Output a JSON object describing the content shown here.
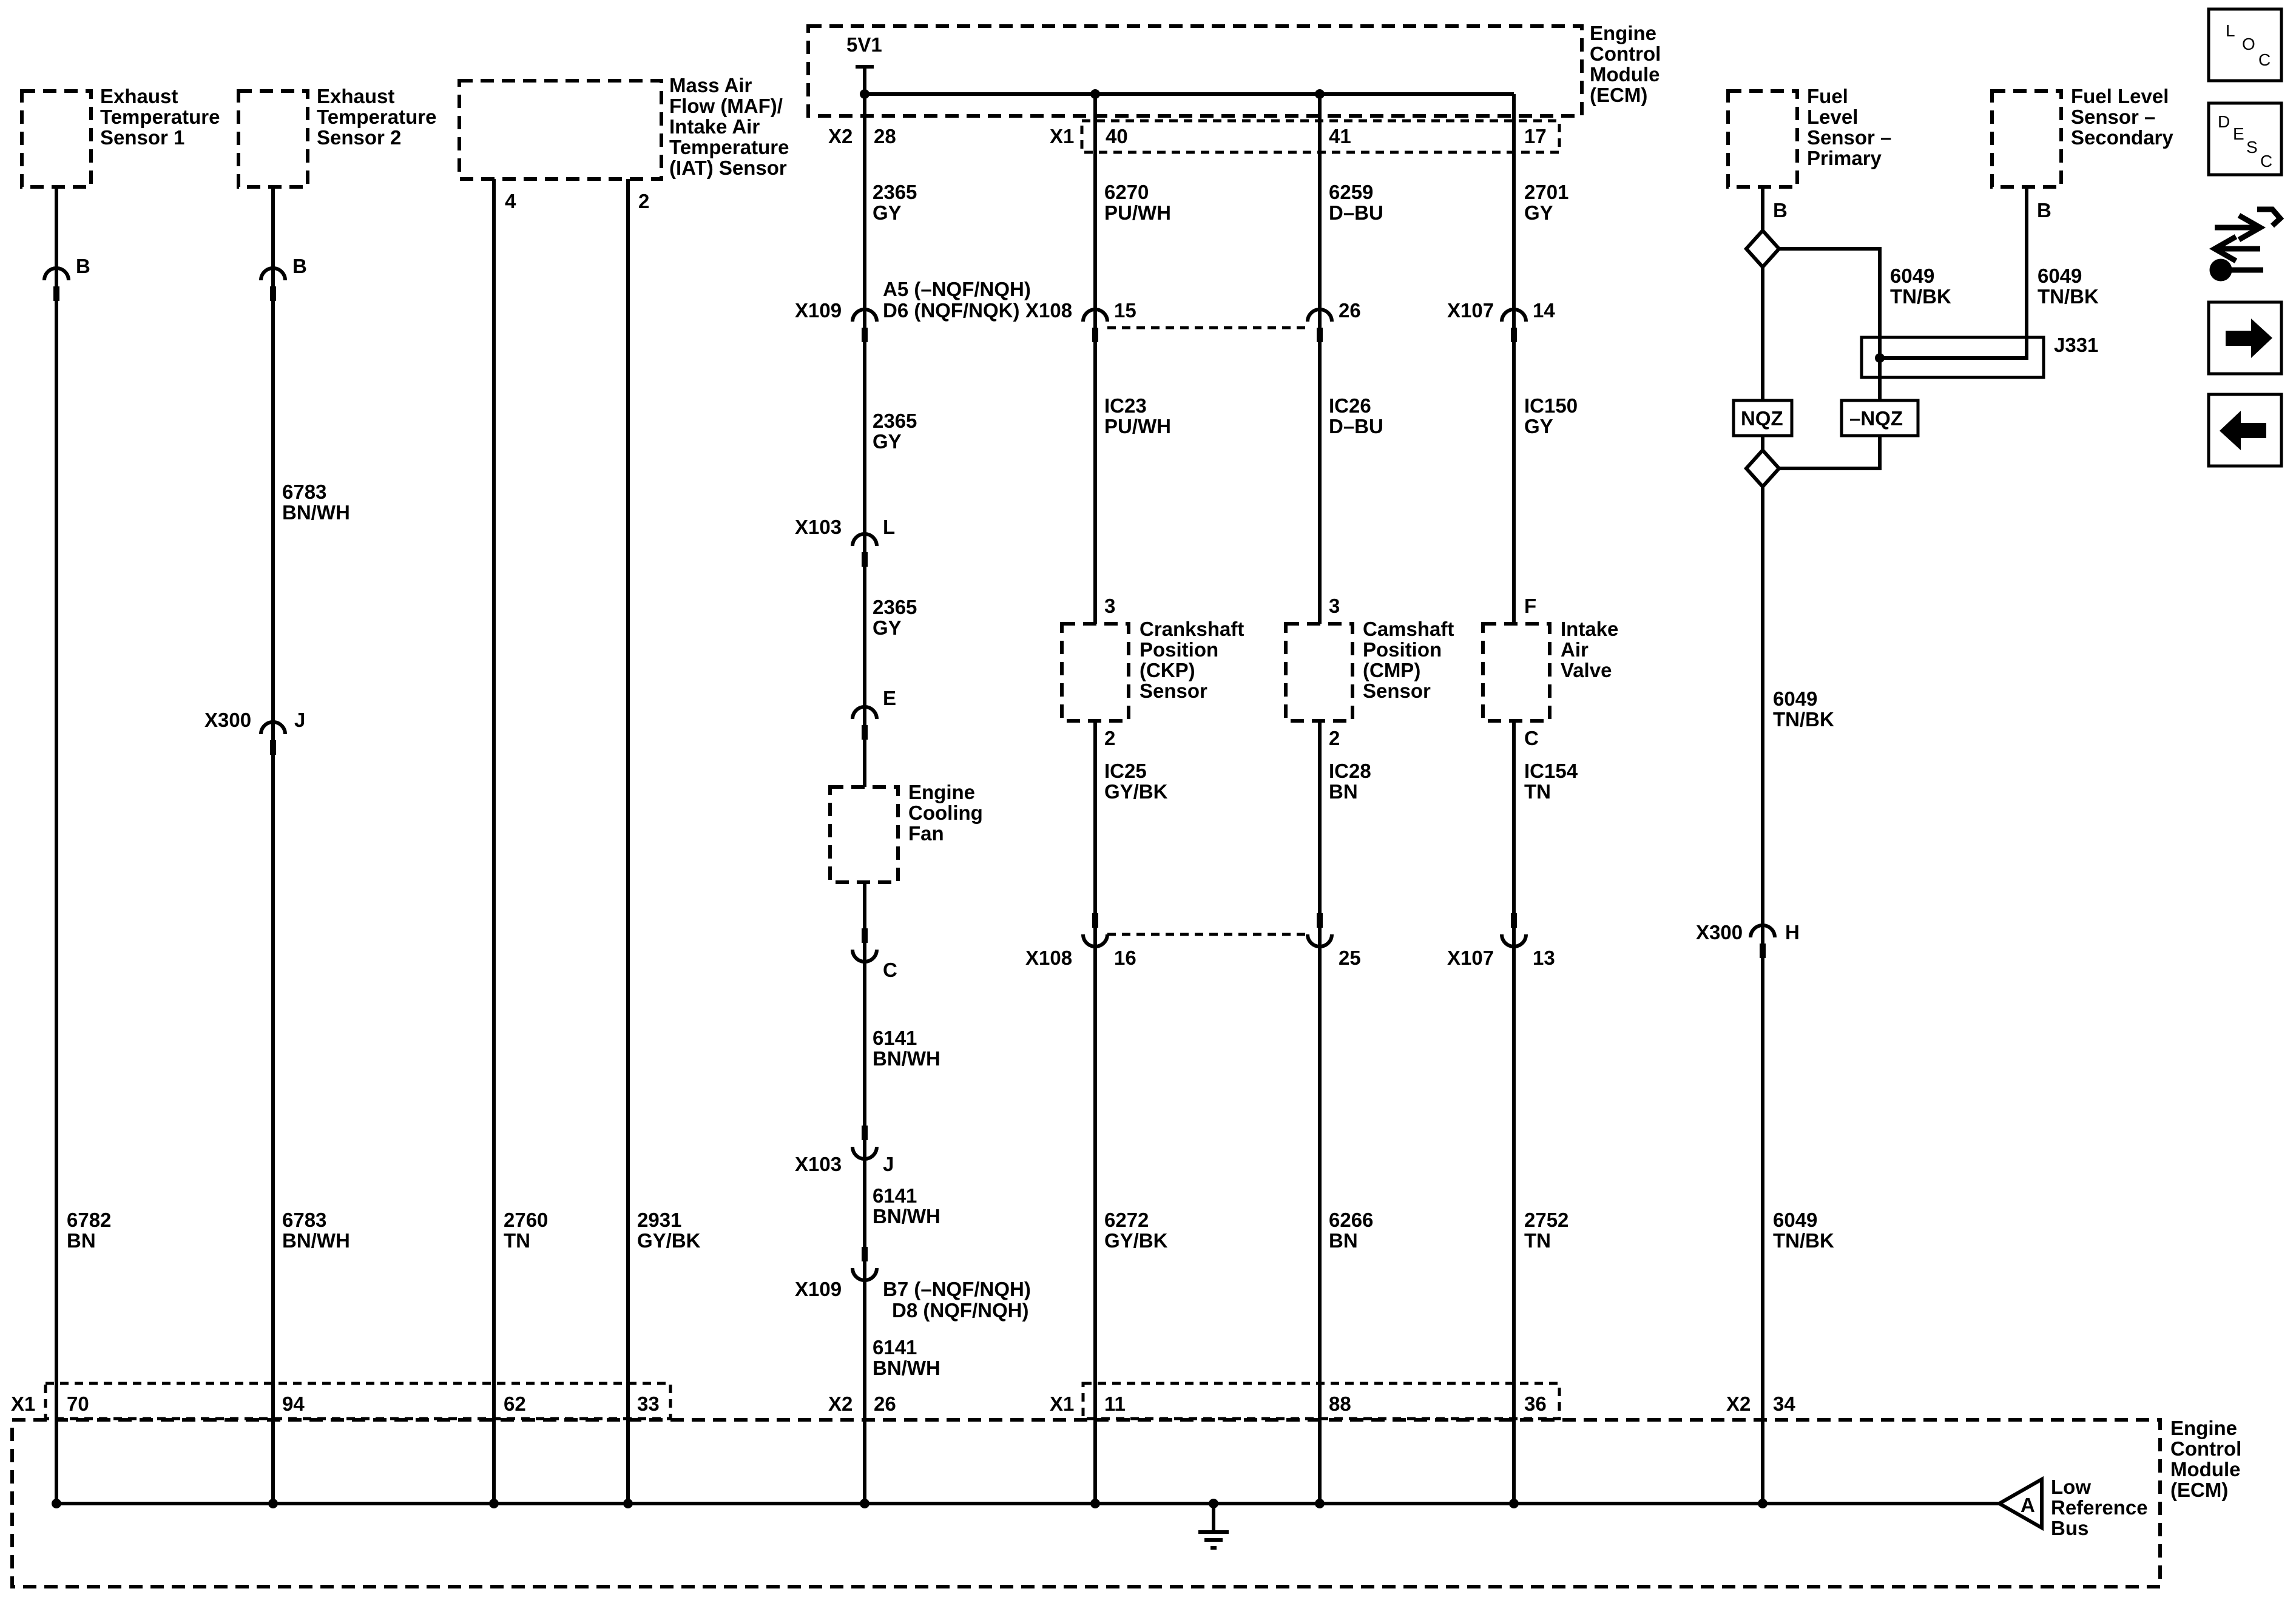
{
  "components": {
    "exh1": [
      "Exhaust",
      "Temperature",
      "Sensor 1"
    ],
    "exh2": [
      "Exhaust",
      "Temperature",
      "Sensor 2"
    ],
    "maf": [
      "Mass Air",
      "Flow (MAF)/",
      "Intake Air",
      "Temperature",
      "(IAT) Sensor"
    ],
    "ecm_top": [
      "Engine",
      "Control",
      "Module",
      "(ECM)"
    ],
    "fuel_primary": [
      "Fuel",
      "Level",
      "Sensor –",
      "Primary"
    ],
    "fuel_secondary": [
      "Fuel Level",
      "Sensor –",
      "Secondary"
    ],
    "ckp": [
      "Crankshaft",
      "Position",
      "(CKP)",
      "Sensor"
    ],
    "cmp": [
      "Camshaft",
      "Position",
      "(CMP)",
      "Sensor"
    ],
    "iav": [
      "Intake",
      "Air",
      "Valve"
    ],
    "fan": [
      "Engine",
      "Cooling",
      "Fan"
    ],
    "ecm_bottom": [
      "Engine",
      "Control",
      "Module",
      "(ECM)"
    ],
    "low_ref": [
      "Low",
      "Reference",
      "Bus"
    ]
  },
  "labels": {
    "five_v": "5V1",
    "x2": "X2",
    "x1": "X1",
    "x109": "X109",
    "x108": "X108",
    "x107": "X107",
    "x103": "X103",
    "x300": "X300",
    "pin_b": "B",
    "pin_j": "J",
    "pin_h": "H",
    "pin_l": "L",
    "pin_e": "E",
    "pin_c": "C",
    "pin_f": "F",
    "pin_a": "A",
    "pin_2": "2",
    "pin_3": "3",
    "pin_4": "4",
    "p28": "28",
    "p40": "40",
    "p41": "41",
    "p17": "17",
    "p15": "15",
    "p26": "26",
    "p14": "14",
    "p16": "16",
    "p25": "25",
    "p13": "13",
    "a5": "A5 (–NQF/NQH)",
    "d6": "D6 (NQF/NQK)",
    "b7": "B7 (–NQF/NQH)",
    "d8": "D8 (NQF/NQH)",
    "b70": "70",
    "b94": "94",
    "b62": "62",
    "b33": "33",
    "b26": "26",
    "b11": "11",
    "b88": "88",
    "b36": "36",
    "b34": "34",
    "nqz": "NQZ",
    "not_nqz": "–NQZ",
    "j331": "J331"
  },
  "wires": {
    "c6782": "6782",
    "bn": "BN",
    "c6783": "6783",
    "bnwh": "BN/WH",
    "c2760": "2760",
    "tn": "TN",
    "c2931": "2931",
    "gybk": "GY/BK",
    "c2365": "2365",
    "gy": "GY",
    "c6270": "6270",
    "puwh": "PU/WH",
    "c6259": "6259",
    "dbu": "D–BU",
    "c2701": "2701",
    "c6049": "6049",
    "tnbk": "TN/BK",
    "ic23": "IC23",
    "ic26": "IC26",
    "ic150": "IC150",
    "ic25": "IC25",
    "ic28": "IC28",
    "ic154": "IC154",
    "c6141": "6141",
    "c6272": "6272",
    "c6266": "6266",
    "c2752": "2752"
  },
  "nav": {
    "loc": [
      "L",
      "O",
      "C"
    ],
    "desc": [
      "D",
      "E",
      "S",
      "C"
    ]
  },
  "icons": [
    "loc-icon",
    "desc-icon",
    "connector-repair-icon",
    "next-arrow-icon",
    "previous-arrow-icon"
  ]
}
